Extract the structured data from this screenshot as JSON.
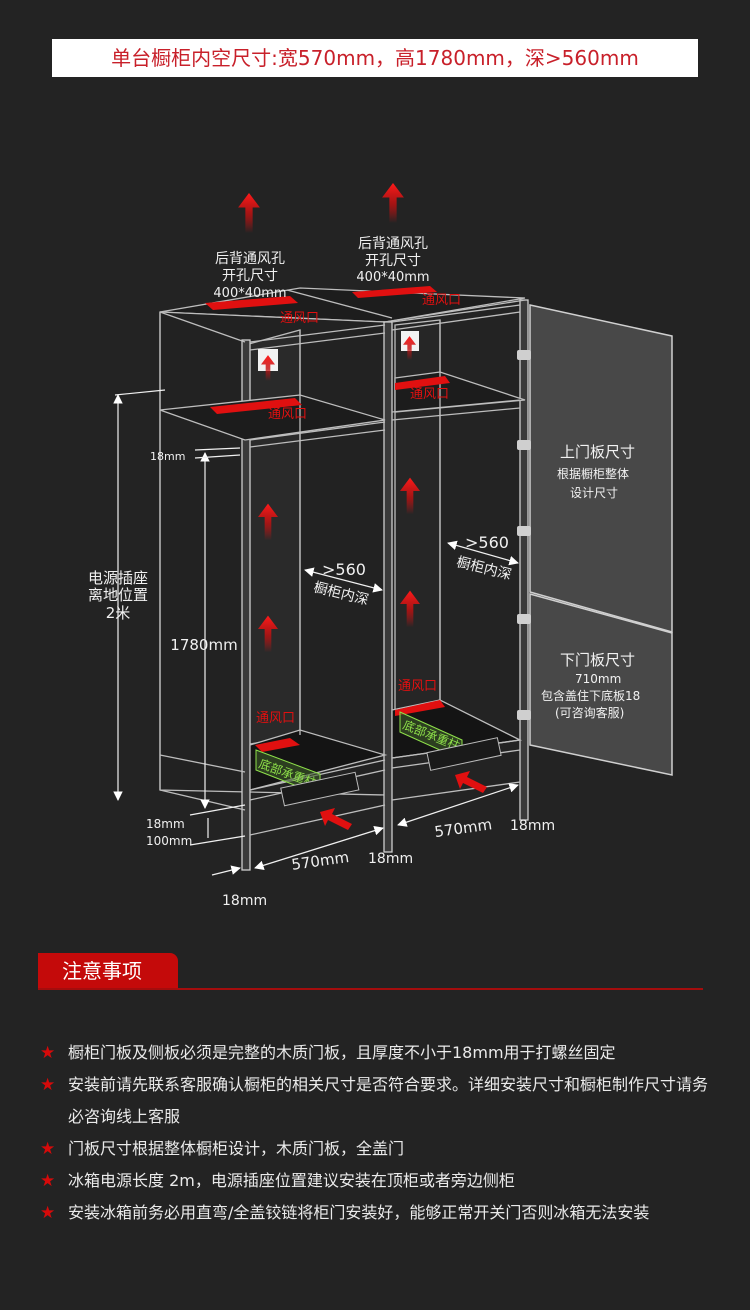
{
  "header": {
    "banner": "单台橱柜内空尺寸:宽570mm，高1780mm，深>560mm"
  },
  "diagram": {
    "vent_hole_label_line1": "后背通风孔",
    "vent_hole_label_line2": "开孔尺寸",
    "vent_hole_label_line3": "400*40mm",
    "vent_label": "通风口",
    "socket_line1": "电源插座",
    "socket_line2": "离地位置",
    "socket_line3": "2米",
    "height_label": "1780mm",
    "top_panel_label": "18mm",
    "bottom_panel_label": "18mm",
    "plinth_label": "100mm",
    "depth_value": ">560",
    "depth_label": "橱柜内深",
    "width_label": "570mm",
    "side_panel_label": "18mm",
    "support_label": "底部承重柱",
    "upper_door_title": "上门板尺寸",
    "upper_door_line1": "根据橱柜整体",
    "upper_door_line2": "设计尺寸",
    "lower_door_title": "下门板尺寸",
    "lower_door_line1": "710mm",
    "lower_door_line2": "包含盖住下底板18",
    "lower_door_line3": "(可咨询客服)",
    "colors": {
      "vent": "#e01010",
      "support": "#8ee04a",
      "accent": "#c40a0a"
    }
  },
  "notes": {
    "title": "注意事项",
    "items": [
      "橱柜门板及侧板必须是完整的木质门板，且厚度不小于18mm用于打螺丝固定",
      "安装前请先联系客服确认橱柜的相关尺寸是否符合要求。详细安装尺寸和橱柜制作尺寸请务必咨询线上客服",
      "门板尺寸根据整体橱柜设计，木质门板，全盖门",
      "冰箱电源长度 2m，电源插座位置建议安装在顶柜或者旁边侧柜",
      "安装冰箱前务必用直弯/全盖铰链将柜门安装好，能够正常开关门否则冰箱无法安装"
    ],
    "star_icon": "★"
  }
}
